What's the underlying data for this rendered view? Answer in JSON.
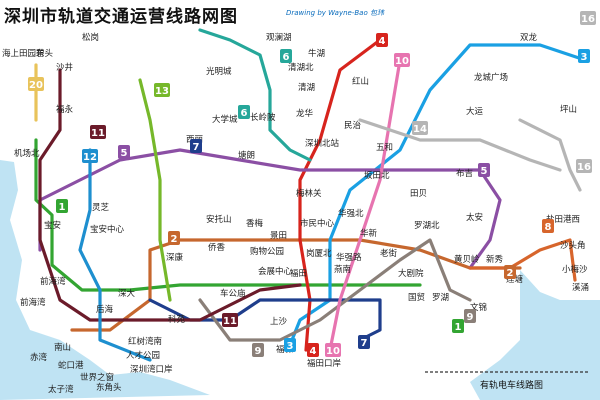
{
  "title": "深圳市轨道交通运营线路网图",
  "credit": "Drawing by Wayne-Bao 包玮",
  "legend": {
    "tram_label": "有轨电车线路图"
  },
  "colors": {
    "sea": "#bfe3f3",
    "line1": "#33a532",
    "line2": "#c6672e",
    "line3": "#1aa0e3",
    "line4": "#d7241d",
    "line5": "#8b4fa4",
    "line6": "#26a79a",
    "line7": "#1f3e8c",
    "line8": "#d7652c",
    "line9": "#8a7f78",
    "line10": "#e774b0",
    "line11": "#6b1b2a",
    "line12": "#1e8fcf",
    "line13": "#76b82a",
    "line14": "#b5b5b5",
    "line16": "#b5b5b5",
    "line20": "#e8c35b"
  },
  "line_badges": [
    {
      "id": "line-20",
      "label": "20"
    },
    {
      "id": "line-11-north",
      "label": "11"
    },
    {
      "id": "line-12",
      "label": "12"
    },
    {
      "id": "line-1-west",
      "label": "1"
    },
    {
      "id": "line-13",
      "label": "13"
    },
    {
      "id": "line-6-north",
      "label": "6"
    },
    {
      "id": "line-6-center",
      "label": "6"
    },
    {
      "id": "line-4-north",
      "label": "4"
    },
    {
      "id": "line-10-north",
      "label": "10"
    },
    {
      "id": "line-14",
      "label": "14"
    },
    {
      "id": "line-16-top",
      "label": "16"
    },
    {
      "id": "line-16-bottom",
      "label": "16"
    },
    {
      "id": "line-3-north",
      "label": "3"
    },
    {
      "id": "line-5-west",
      "label": "5"
    },
    {
      "id": "line-5-east",
      "label": "5"
    },
    {
      "id": "line-7-north",
      "label": "7"
    },
    {
      "id": "line-2-west",
      "label": "2"
    },
    {
      "id": "line-8",
      "label": "8"
    },
    {
      "id": "line-11-south",
      "label": "11"
    },
    {
      "id": "line-9",
      "label": "9"
    },
    {
      "id": "line-3-south",
      "label": "3"
    },
    {
      "id": "line-4-south",
      "label": "4"
    },
    {
      "id": "line-10-south",
      "label": "10"
    },
    {
      "id": "line-7-south",
      "label": "7"
    },
    {
      "id": "line-2-south",
      "label": "2"
    },
    {
      "id": "line-1-east",
      "label": "1"
    },
    {
      "id": "line-9-east",
      "label": "9"
    }
  ],
  "stations": [
    {
      "id": "海上田园东",
      "label": "海上田园东"
    },
    {
      "id": "碧头",
      "label": "碧头"
    },
    {
      "id": "沙井",
      "label": "沙井"
    },
    {
      "id": "福永",
      "label": "福永"
    },
    {
      "id": "机场北",
      "label": "机场北"
    },
    {
      "id": "宝安",
      "label": "宝安"
    },
    {
      "id": "前海湾",
      "label": "前海湾"
    },
    {
      "id": "后海",
      "label": "后海"
    },
    {
      "id": "南山",
      "label": "南山"
    },
    {
      "id": "世界之窗",
      "label": "世界之窗"
    },
    {
      "id": "深大",
      "label": "深大"
    },
    {
      "id": "车公庙",
      "label": "车公庙"
    },
    {
      "id": "会展中心",
      "label": "会展中心"
    },
    {
      "id": "福田",
      "label": "福田"
    },
    {
      "id": "购物公园",
      "label": "购物公园"
    },
    {
      "id": "市民中心",
      "label": "市民中心"
    },
    {
      "id": "华强北",
      "label": "华强北"
    },
    {
      "id": "华强路",
      "label": "华强路"
    },
    {
      "id": "岗厦北",
      "label": "岗厦北"
    },
    {
      "id": "罗湖",
      "label": "罗湖"
    },
    {
      "id": "老街",
      "label": "老街"
    },
    {
      "id": "大剧院",
      "label": "大剧院"
    },
    {
      "id": "国贸",
      "label": "国贸"
    },
    {
      "id": "黄贝岭",
      "label": "黄贝岭"
    },
    {
      "id": "新秀",
      "label": "新秀"
    },
    {
      "id": "莲塘",
      "label": "莲塘"
    },
    {
      "id": "布吉",
      "label": "布吉"
    },
    {
      "id": "大运",
      "label": "大运"
    },
    {
      "id": "龙城广场",
      "label": "龙城广场"
    },
    {
      "id": "双龙",
      "label": "双龙"
    },
    {
      "id": "坪山",
      "label": "坪山"
    },
    {
      "id": "深圳北站",
      "label": "深圳北站"
    },
    {
      "id": "红山",
      "label": "红山"
    },
    {
      "id": "民治",
      "label": "民治"
    },
    {
      "id": "清湖",
      "label": "清湖"
    },
    {
      "id": "光明城",
      "label": "光明城"
    },
    {
      "id": "松岗",
      "label": "松岗"
    },
    {
      "id": "西丽",
      "label": "西丽"
    },
    {
      "id": "大学城",
      "label": "大学城"
    },
    {
      "id": "塘朗",
      "label": "塘朗"
    },
    {
      "id": "上沙",
      "label": "上沙"
    },
    {
      "id": "福田口岸",
      "label": "福田口岸"
    },
    {
      "id": "福保",
      "label": "福保"
    },
    {
      "id": "蛇口港",
      "label": "蛇口港"
    },
    {
      "id": "赤湾",
      "label": "赤湾"
    },
    {
      "id": "太子湾",
      "label": "太子湾"
    },
    {
      "id": "盐田港西",
      "label": "盐田港西"
    },
    {
      "id": "沙头角",
      "label": "沙头角"
    },
    {
      "id": "小梅沙",
      "label": "小梅沙"
    },
    {
      "id": "溪涌",
      "label": "溪涌"
    },
    {
      "id": "红树湾南",
      "label": "红树湾南"
    },
    {
      "id": "安托山",
      "label": "安托山"
    },
    {
      "id": "香梅",
      "label": "香梅"
    },
    {
      "id": "梅林关",
      "label": "梅林关"
    },
    {
      "id": "长岭陂",
      "label": "长岭陂"
    },
    {
      "id": "观澜湖",
      "label": "观澜湖"
    },
    {
      "id": "牛湖",
      "label": "牛湖"
    },
    {
      "id": "坂田北",
      "label": "坂田北"
    },
    {
      "id": "五和",
      "label": "五和"
    },
    {
      "id": "文锦",
      "label": "文锦"
    },
    {
      "id": "罗湖北",
      "label": "罗湖北"
    },
    {
      "id": "太安",
      "label": "太安"
    },
    {
      "id": "宝安中心",
      "label": "宝安中心"
    },
    {
      "id": "灵芝",
      "label": "灵芝"
    },
    {
      "id": "前海湾2",
      "label": "前海湾"
    },
    {
      "id": "科苑",
      "label": "科苑"
    },
    {
      "id": "侨香",
      "label": "侨香"
    },
    {
      "id": "景田",
      "label": "景田"
    },
    {
      "id": "深康",
      "label": "深康"
    },
    {
      "id": "龙华",
      "label": "龙华"
    },
    {
      "id": "清湖北",
      "label": "清湖北"
    },
    {
      "id": "燕南",
      "label": "燕南"
    },
    {
      "id": "华新",
      "label": "华新"
    },
    {
      "id": "田贝",
      "label": "田贝"
    },
    {
      "id": "人才公园",
      "label": "人才公园"
    },
    {
      "id": "深圳湾口岸",
      "label": "深圳湾口岸"
    },
    {
      "id": "东角头",
      "label": "东角头"
    }
  ]
}
